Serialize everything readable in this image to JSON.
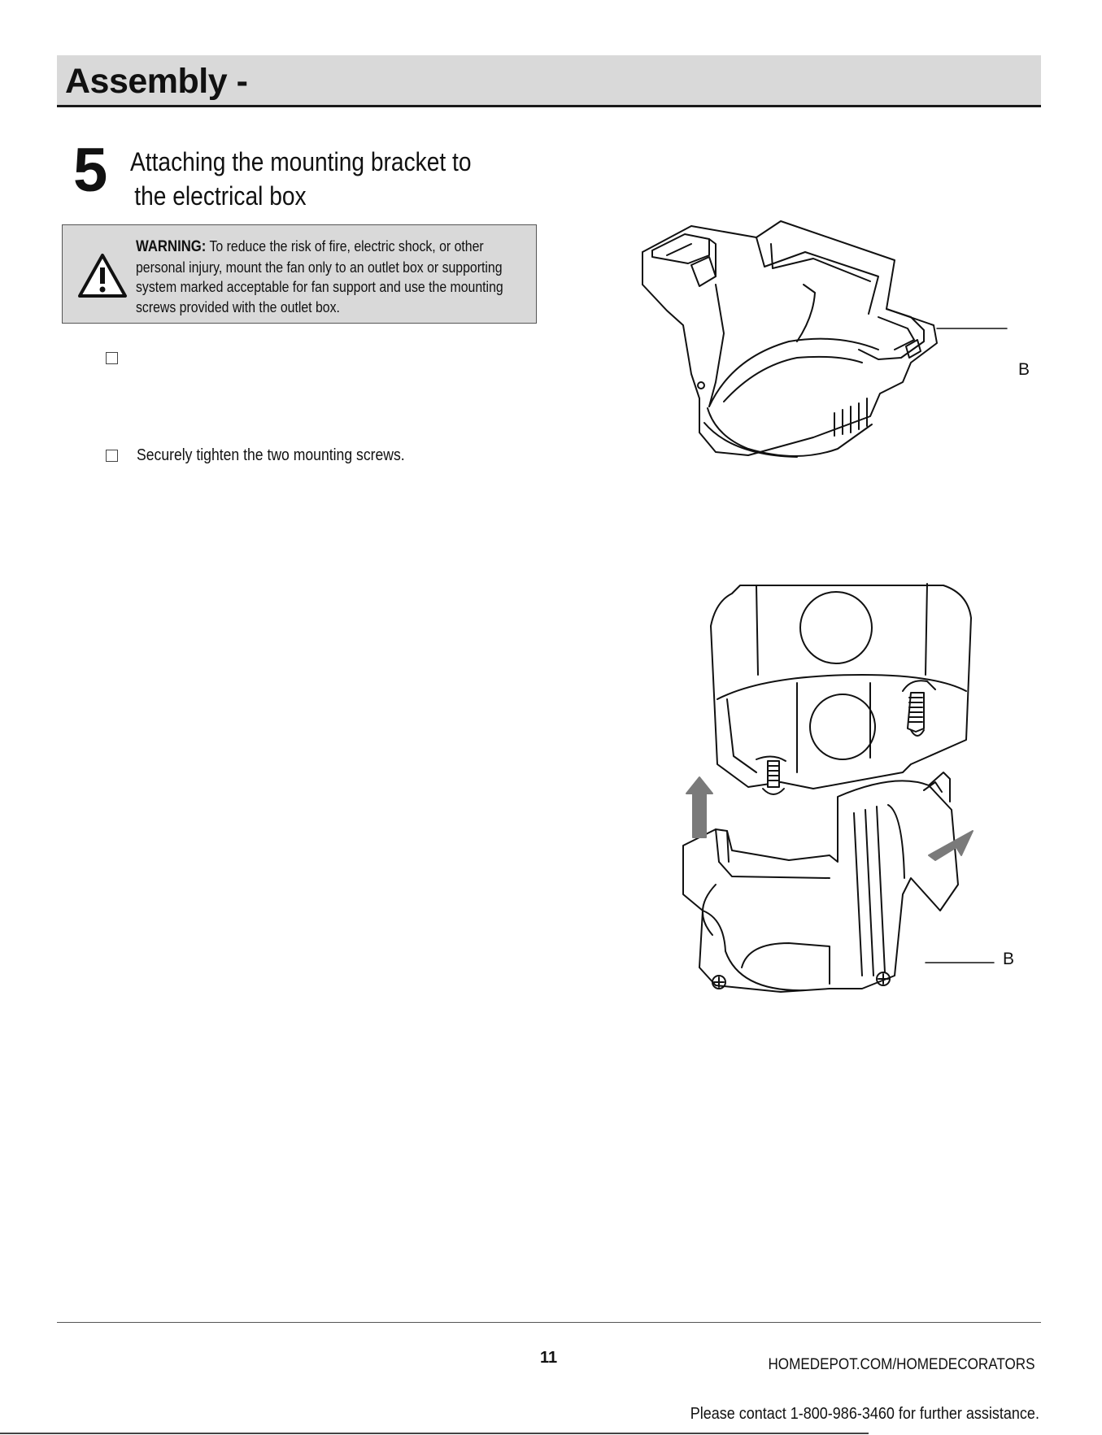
{
  "header": {
    "title": "Assembly -"
  },
  "step": {
    "number": "5",
    "title_line1": "Attaching the mounting bracket to",
    "title_line2": "the electrical box"
  },
  "warning": {
    "label": "WARNING:",
    "text": "To reduce the risk of fire, electric shock, or other personal injury, mount the fan only to an outlet box or supporting system marked acceptable for fan support and use the mounting screws provided with the outlet box."
  },
  "instructions": [
    {
      "text": ""
    },
    {
      "text": "Securely tighten the two mounting screws."
    }
  ],
  "figures": {
    "top_callout": "B",
    "bottom_callout": "B"
  },
  "footer": {
    "page_number": "11",
    "url": "HOMEDEPOT.COM/HOMEDECORATORS",
    "contact": "Please contact 1-800-986-3460 for further assistance."
  }
}
